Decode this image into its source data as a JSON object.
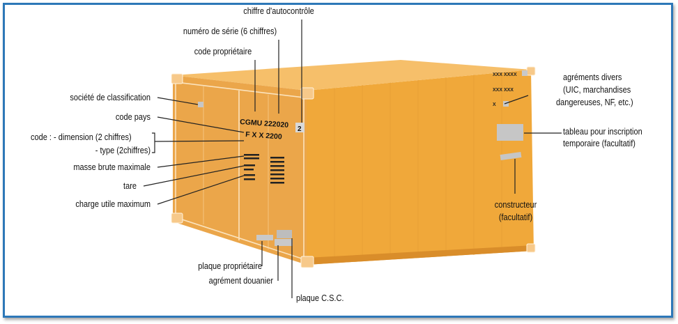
{
  "labels": {
    "check_digit": "chiffre d'autocontrôle",
    "serial_number": "numéro de série (6 chiffres)",
    "owner_code": "code propriétaire",
    "classification_society": "société de classification",
    "country_code": "code pays",
    "size_type_code_line1": "code : - dimension (2 chiffres)",
    "size_type_code_line2": "- type (2chiffres)",
    "max_gross_mass": "masse brute maximale",
    "tare": "tare",
    "max_payload": "charge utile maximum",
    "owner_plate": "plaque propriétaire",
    "customs_approval": "agrément douanier",
    "csc_plate": "plaque C.S.C.",
    "approvals_line1": "agréments divers",
    "approvals_line2": "(UIC, marchandises",
    "approvals_line3": "dangereuses, NF, etc.)",
    "temp_panel_line1": "tableau pour inscription",
    "temp_panel_line2": "temporaire (facultatif)",
    "manufacturer_line1": "constructeur",
    "manufacturer_line2": "(facultatif)"
  },
  "markings": {
    "container_id": "CGMU 222020",
    "check_digit": "2",
    "size_type": "F X X 2200",
    "side_row1": "XXX XXXX",
    "side_row2": "XXX XXX",
    "side_row3": "X"
  },
  "colors": {
    "frame": "#2d78b8",
    "container_front": "#eba64a",
    "container_side": "#f0a83a",
    "container_top": "#f6bf6a",
    "leader_line": "#222222"
  }
}
